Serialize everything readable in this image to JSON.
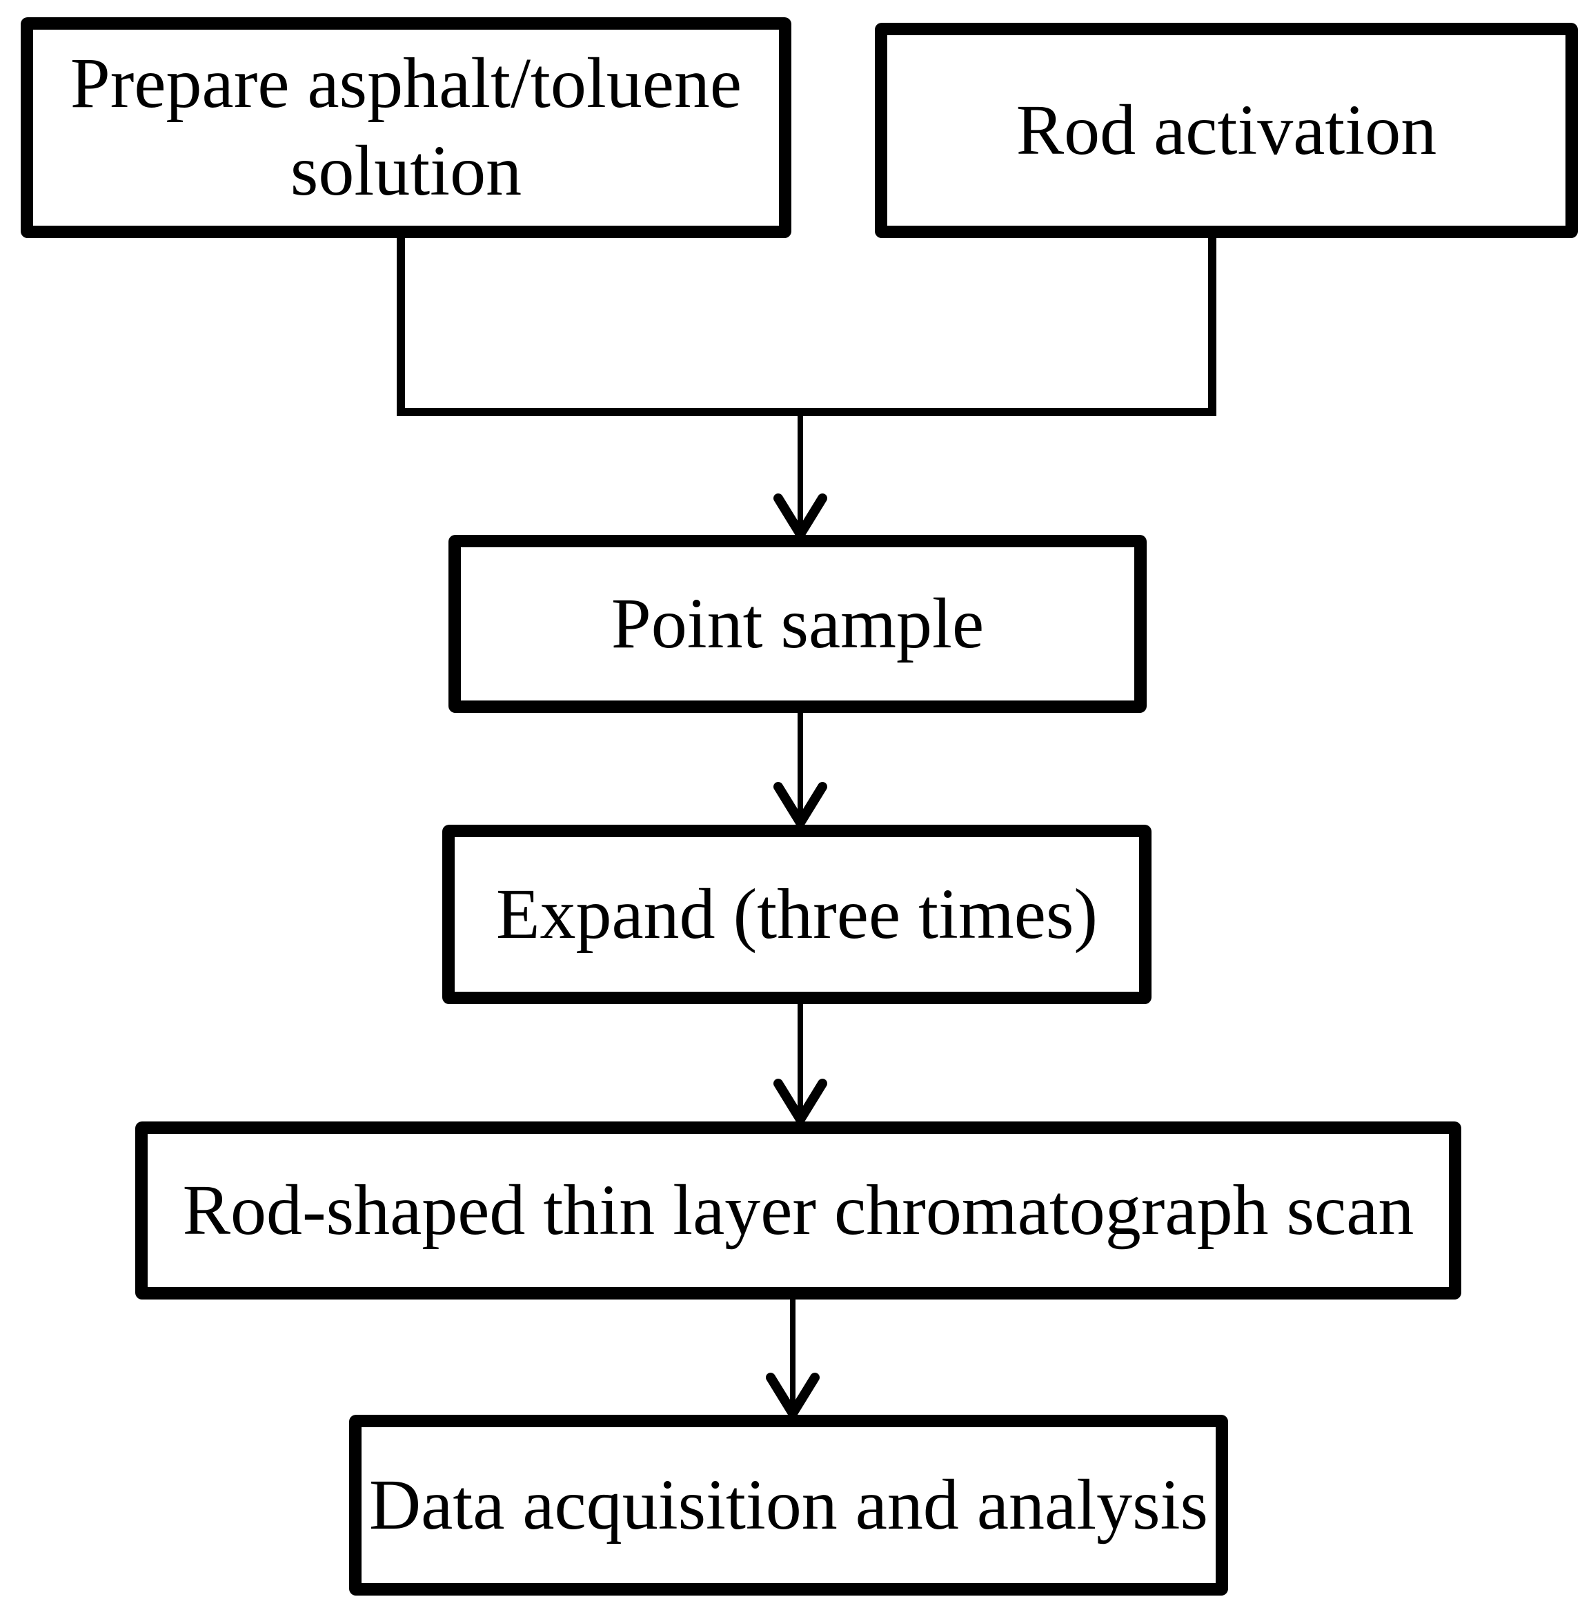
{
  "diagram": {
    "type": "flowchart",
    "colors": {
      "background": "#ffffff",
      "box_border": "#000000",
      "line": "#000000",
      "text": "#000000"
    }
  },
  "nodes": {
    "prepare": {
      "label": "Prepare asphalt/toluene solution"
    },
    "rod_activation": {
      "label": "Rod activation"
    },
    "point_sample": {
      "label": "Point sample"
    },
    "expand": {
      "label": "Expand (three times)"
    },
    "tlc_scan": {
      "label": "Rod-shaped thin layer chromatograph scan"
    },
    "data_acquisition": {
      "label": "Data acquisition and analysis"
    }
  },
  "edges": [
    {
      "from": "prepare",
      "to": "point_sample",
      "style": "merge-connector"
    },
    {
      "from": "rod_activation",
      "to": "point_sample",
      "style": "merge-connector"
    },
    {
      "from": "point_sample",
      "to": "expand",
      "style": "arrow"
    },
    {
      "from": "expand",
      "to": "tlc_scan",
      "style": "arrow"
    },
    {
      "from": "tlc_scan",
      "to": "data_acquisition",
      "style": "arrow"
    }
  ]
}
